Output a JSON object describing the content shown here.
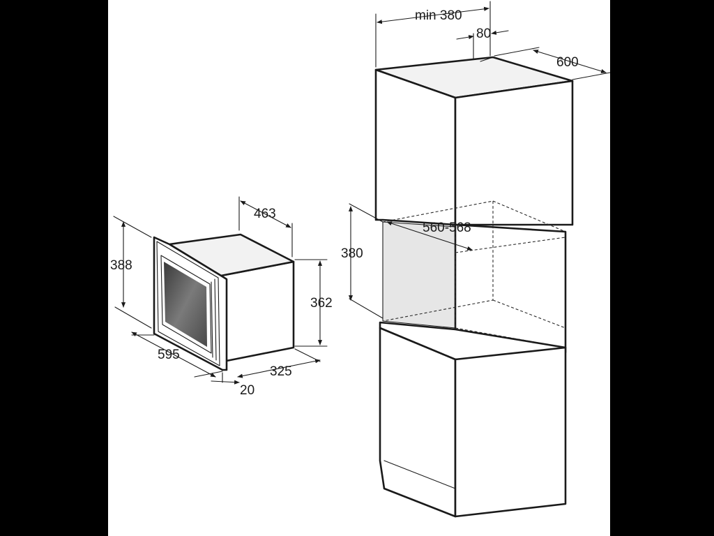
{
  "diagram": {
    "microwave": {
      "dim_width": "595",
      "dim_depth_top": "463",
      "dim_height": "388",
      "dim_body_height": "362",
      "dim_body_depth": "325",
      "dim_frame": "20"
    },
    "cabinet": {
      "dim_min_top": "min 380",
      "dim_gap": "80",
      "dim_depth": "600",
      "dim_niche_width": "560-568",
      "dim_niche_height": "380"
    }
  },
  "colors": {
    "background": "#000000",
    "sheet": "#ffffff",
    "line": "#1a1a1a",
    "glass": "#555555"
  }
}
